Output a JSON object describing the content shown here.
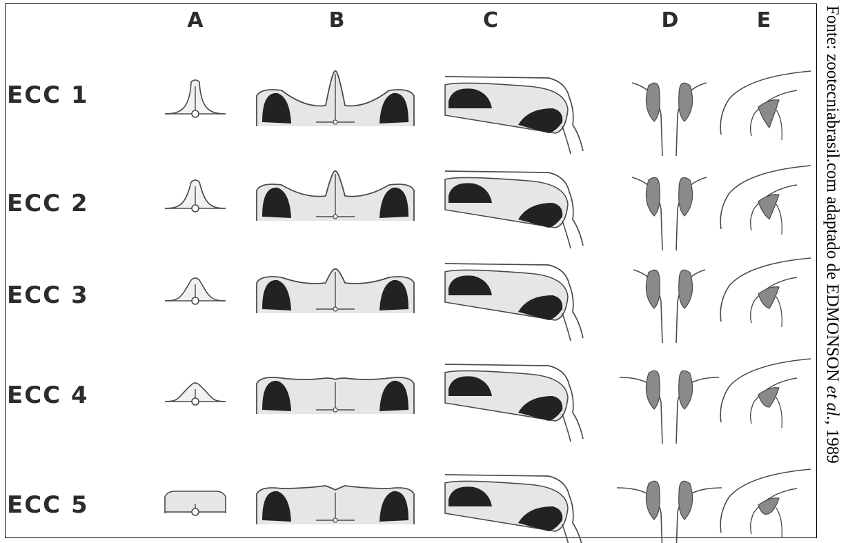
{
  "columns": [
    "A",
    "B",
    "C",
    "D",
    "E"
  ],
  "rows": [
    "ECC 1",
    "ECC 2",
    "ECC 3",
    "ECC 4",
    "ECC 5"
  ],
  "source": {
    "prefix": "Fonte: zootecniabrasil.com adaptado de EDMONSON ",
    "italic": "et al.",
    "suffix": ", 1989"
  },
  "colors": {
    "outline": "#4a4a4a",
    "fill_light": "#e6e6e6",
    "fill_dark": "#222222",
    "fill_mid": "#8a8a8a"
  }
}
